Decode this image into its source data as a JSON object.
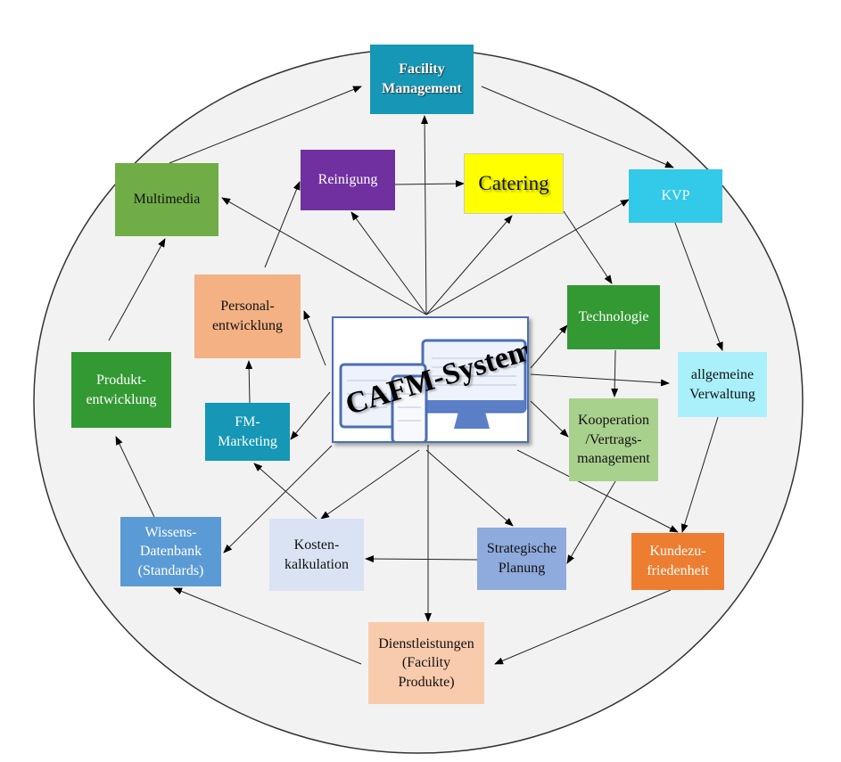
{
  "diagram": {
    "center": {
      "label": "CAFM-System"
    },
    "nodes": {
      "facility_management": {
        "line1": "Facility",
        "line2": "Management",
        "color": "#1597b5"
      },
      "reinigung": {
        "label": "Reinigung",
        "color": "#7030a0"
      },
      "catering": {
        "label": "Catering",
        "color": "#ffff00"
      },
      "kvp": {
        "label": "KVP",
        "color": "#33c9e9"
      },
      "multimedia": {
        "label": "Multimedia",
        "color": "#70ad47"
      },
      "personalentwicklung": {
        "line1": "Personal-",
        "line2": "entwicklung",
        "color": "#f4b183"
      },
      "technologie": {
        "label": "Technologie",
        "color": "#339933"
      },
      "allgemeine_verwaltung": {
        "line1": "allgemeine",
        "line2": "Verwaltung",
        "color": "#a9f0fb"
      },
      "produktentwicklung": {
        "line1": "Produkt-",
        "line2": "entwicklung",
        "color": "#339933"
      },
      "fm_marketing": {
        "line1": "FM-",
        "line2": "Marketing",
        "color": "#1597b5"
      },
      "kooperation": {
        "line1": "Kooperation",
        "line2": "/Vertrags-",
        "line3": "management",
        "color": "#a9d18e"
      },
      "wissensdatenbank": {
        "line1": "Wissens-",
        "line2": "Datenbank",
        "line3": "(Standards)",
        "color": "#5b9bd5"
      },
      "kostenkalkulation": {
        "line1": "Kosten-",
        "line2": "kalkulation",
        "color": "#dae3f3"
      },
      "strategische_planung": {
        "line1": "Strategische",
        "line2": "Planung",
        "color": "#8faadc"
      },
      "kundenzufriedenheit": {
        "line1": "Kundezu-",
        "line2": "friedenheit",
        "color": "#ed7d31"
      },
      "dienstleistungen": {
        "line1": "Dienstleistungen",
        "line2": "(Facility",
        "line3": "Produkte)",
        "color": "#f8cbad"
      }
    }
  }
}
